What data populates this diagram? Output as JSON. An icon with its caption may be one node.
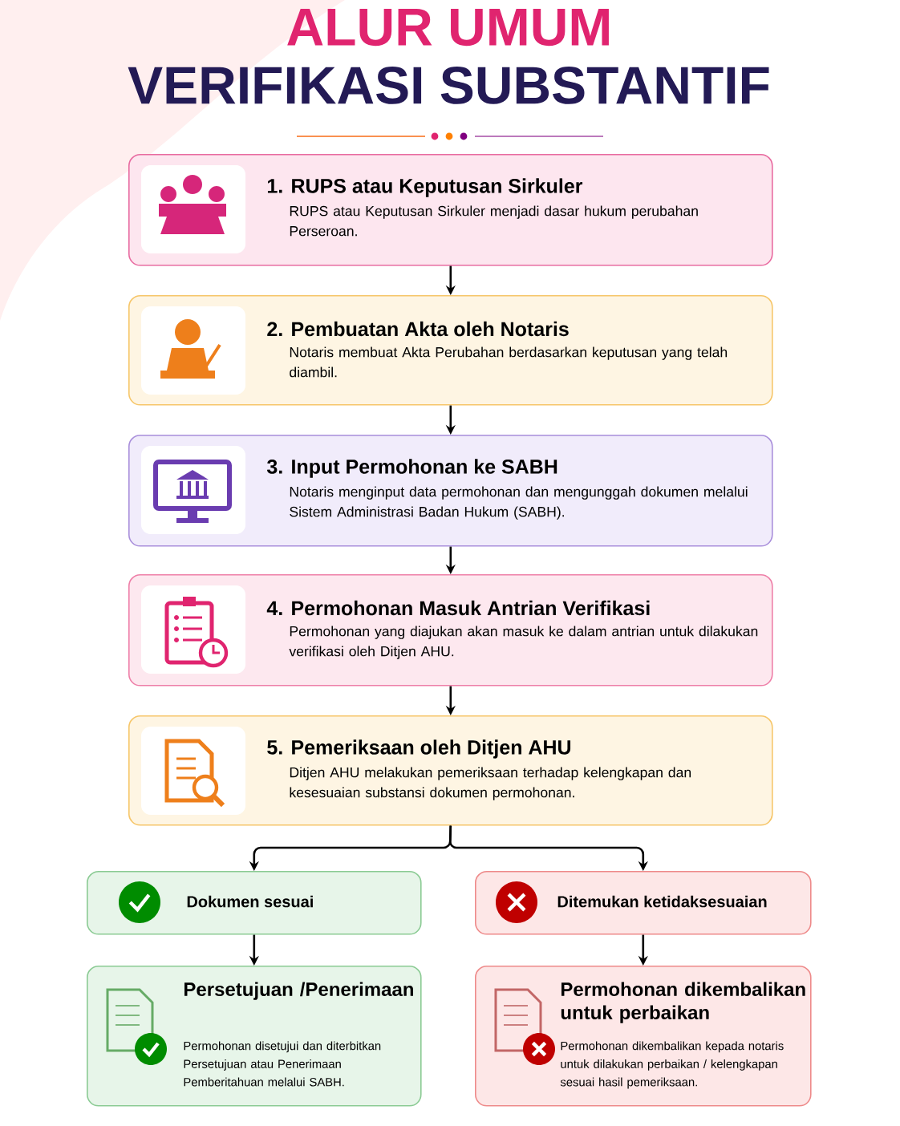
{
  "diagram": {
    "title": "ALUR UMUM",
    "nodes": [
      {
        "text": [
          "1. RUPS atau Keputusan Sirkuler",
          "RUPS atau Keputusan Sirkuler menjadi dasar hukum perubahan Perseroan."
        ]
      },
      {
        "text": [
          "2. Pembuatan Akta oleh Notaris",
          "Notaris membuat Akta Perubahan berdasarkan keputusan yang telah diambil."
        ]
      },
      {
        "text": [
          "3. Input Permohonan ke SABH",
          "Notaris menginput data permohonan dan mengunggah dokumen melalui Sistem Administrasi Badan Hukum (SABH)."
        ]
      },
      {
        "text": [
          "4. Permohonan Masuk Antrian Verifikasi",
          "Permohonan yang diajukan akan masuk ke dalam antrian untuk dilakukan verifikasi oleh Ditjen AHU."
        ]
      },
      {
        "text": [
          "5. Pemeriksaan oleh Ditjen AHU",
          "Ditjen AHU melakukan pemeriksaan terhadap kelengkapan dan kesesuaian substansi dokumen permohonan."
        ]
      },
      {
        "text": [
          "Dokumen sesuai"
        ]
      },
      {
        "text": [
          "Ditemukan ketidaksesuaian"
        ]
      },
      {
        "text": [
          "Persetujuan /Penerimaan",
          "Permohonan disetujui dan diterbitkan Persetujuan atau Penerimaan Pemberitahuan melalui SABH."
        ]
      },
      {
        "text": [
          "Permohonan dikembalikan untuk perbaikan",
          "Permohonan dikembalikan kepada notaris untuk dilakukan perbaikan / kelengkapan sesuai hasil pemeriksaan."
        ]
      }
    ],
    "edges": [
      {
        "from": 0,
        "to": 1,
        "arrow": "to"
      },
      {
        "from": 1,
        "to": 2,
        "arrow": "to"
      },
      {
        "from": 2,
        "to": 3,
        "arrow": "to"
      },
      {
        "from": 3,
        "to": 4,
        "arrow": "to"
      },
      {
        "from": 4,
        "to": 5,
        "arrow": "to"
      },
      {
        "from": 4,
        "to": 6,
        "arrow": "to"
      },
      {
        "from": 5,
        "to": 7,
        "arrow": "to"
      },
      {
        "from": 6,
        "to": 8,
        "arrow": "to"
      }
    ],
    "labels": [
      "VERIFIKASI SUBSTANTIF"
    ]
  }
}
